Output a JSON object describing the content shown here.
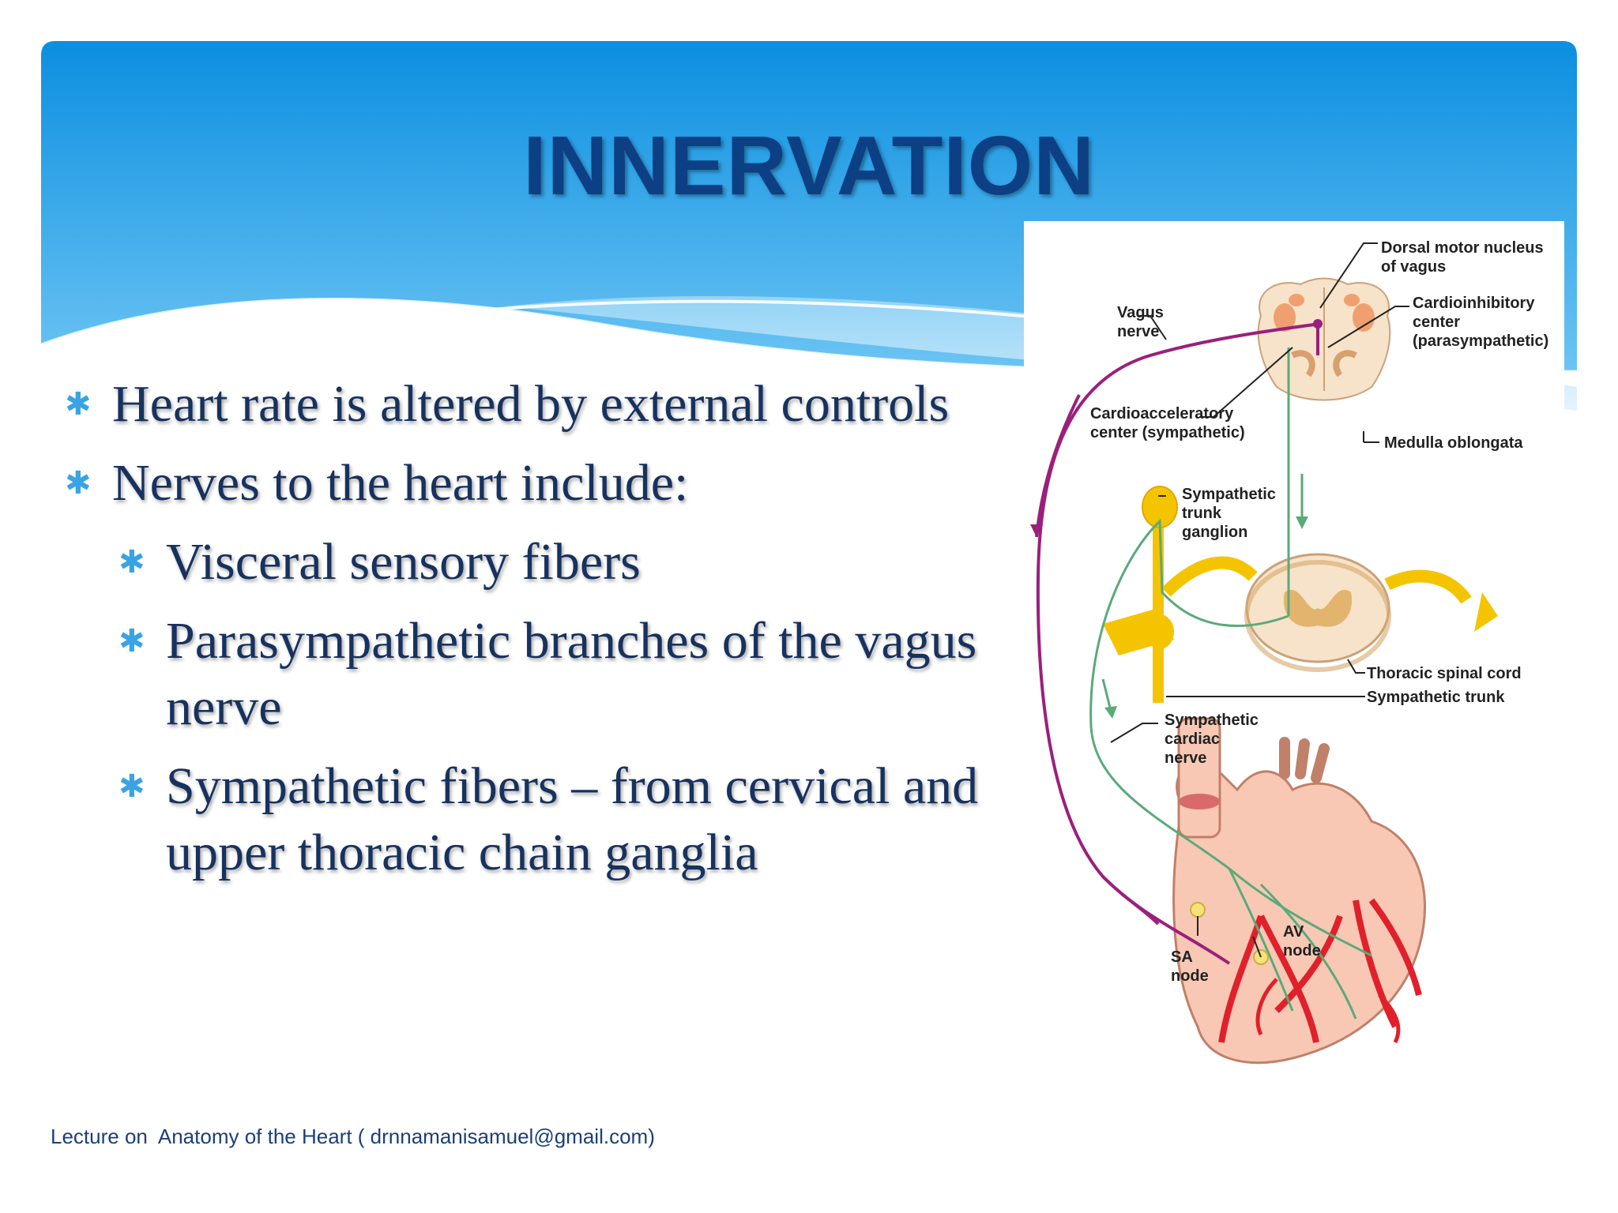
{
  "slide": {
    "title": "INNERVATION",
    "bullets": [
      {
        "level": 1,
        "text": "Heart rate is altered by external controls"
      },
      {
        "level": 1,
        "text": "Nerves to the heart include:"
      },
      {
        "level": 2,
        "text": "Visceral sensory fibers"
      },
      {
        "level": 2,
        "text": "Parasympathetic branches of the vagus nerve"
      },
      {
        "level": 2,
        "text": "Sympathetic fibers – from cervical and upper thoracic chain ganglia"
      }
    ],
    "footer": "Lecture on  Anatomy of the Heart ( drnnamanisamuel@gmail.com)",
    "bullet_icon": "asterisk-bullet-icon"
  },
  "diagram": {
    "labels": {
      "dorsal_motor_1": "Dorsal motor nucleus",
      "dorsal_motor_2": "of vagus",
      "vagus_1": "Vagus",
      "vagus_2": "nerve",
      "cardioinhib_1": "Cardioinhibitory",
      "cardioinhib_2": "center",
      "cardioinhib_3": "(parasympathetic)",
      "cardioacc_1": "Cardioacceleratory",
      "cardioacc_2": "center (sympathetic)",
      "medulla": "Medulla oblongata",
      "symp_trunk_ganglion_1": "Sympathetic",
      "symp_trunk_ganglion_2": "trunk",
      "symp_trunk_ganglion_3": "ganglion",
      "thoracic_cord": "Thoracic spinal cord",
      "symp_trunk": "Sympathetic trunk",
      "symp_cardiac_1": "Sympathetic",
      "symp_cardiac_2": "cardiac",
      "symp_cardiac_3": "nerve",
      "sa_1": "SA",
      "sa_2": "node",
      "av_1": "AV",
      "av_2": "node"
    }
  },
  "colors": {
    "header_blue": "#1495e0",
    "title": "#0d3f84",
    "bullet_text": "#17325e",
    "bullet_star": "#3aa3e3",
    "parasympathetic": "#9b1f7c",
    "sympathetic": "#5aaa7a",
    "ganglion_yellow": "#f5c400"
  }
}
